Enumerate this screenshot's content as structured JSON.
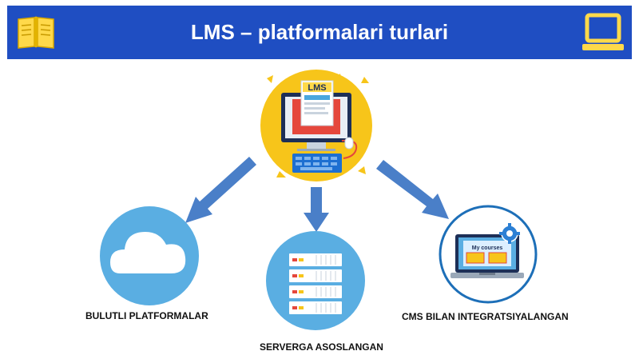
{
  "header": {
    "title": "LMS – platformalari turlari",
    "left_icon": "open-book-icon",
    "right_icon": "laptop-icon"
  },
  "center_node": {
    "icon": "lms-computer-icon",
    "screen_text": "LMS"
  },
  "nodes": [
    {
      "id": "cloud",
      "label": "BULUTLI PLATFORMALAR",
      "icon": "cloud-icon"
    },
    {
      "id": "server",
      "label": "SERVERGA ASOSLANGAN",
      "icon": "server-rack-icon"
    },
    {
      "id": "cms",
      "label": "CMS BILAN INTEGRATSIYALANGAN",
      "icon": "laptop-courses-icon",
      "screen_text": "My courses"
    }
  ],
  "colors": {
    "header_bg": "#1f4ec2",
    "accent_yellow": "#f7c51a",
    "node_blue": "#5aaee2",
    "arrow_blue": "#4a7fc8",
    "dark_navy": "#1d2f57"
  }
}
